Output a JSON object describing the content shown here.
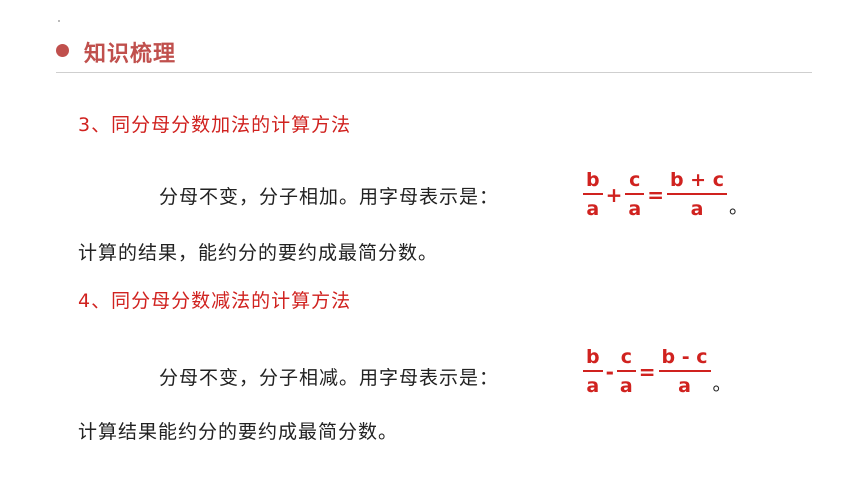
{
  "header": {
    "title": "知识梳理"
  },
  "sections": [
    {
      "title": "3、同分母分数加法的计算方法",
      "rule": "分母不变，分子相加。用字母表示是：",
      "formula": {
        "frac1": {
          "num": "b",
          "den": "a"
        },
        "op": "+",
        "frac2": {
          "num": "c",
          "den": "a"
        },
        "eq": "=",
        "result": {
          "num": "b + c",
          "den": "a"
        },
        "end": "。"
      },
      "note": "计算的结果，能约分的要约成最简分数。"
    },
    {
      "title": "4、同分母分数减法的计算方法",
      "rule": "分母不变，分子相减。用字母表示是：",
      "formula": {
        "frac1": {
          "num": "b",
          "den": "a"
        },
        "op": "-",
        "frac2": {
          "num": "c",
          "den": "a"
        },
        "eq": "=",
        "result": {
          "num": "b - c",
          "den": "a"
        },
        "end": "。"
      },
      "note": "计算结果能约分的要约成最简分数。"
    }
  ],
  "colors": {
    "accent": "#c0504d",
    "red_text": "#d0221f",
    "body_text": "#222222"
  }
}
